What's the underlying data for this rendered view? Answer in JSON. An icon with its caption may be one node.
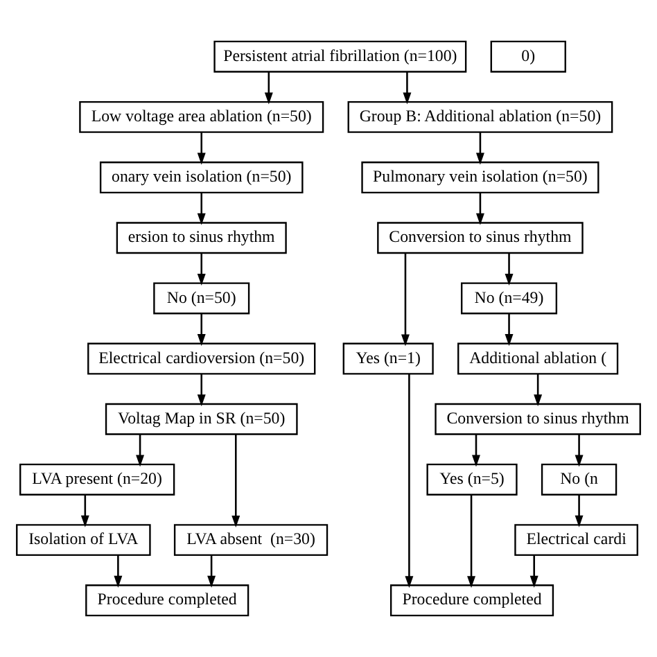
{
  "diagram": {
    "nodes": [
      {
        "text": [
          "Persistent atrial fibrillation (n=100)"
        ]
      },
      {
        "text": [
          "Low voltage area ablation (n=50)"
        ]
      },
      {
        "text": [
          "Group B: Additional ablation (n=50)"
        ]
      },
      {
        "text": [
          "onary vein isolation (n=50)"
        ]
      },
      {
        "text": [
          "Pulmonary vein isolation (n=50)"
        ]
      },
      {
        "text": [
          "ersion to sinus rhythm"
        ]
      },
      {
        "text": [
          "Conversion to sinus rhythm"
        ]
      },
      {
        "text": [
          "0)"
        ]
      },
      {
        "text": [
          "No (n=50)"
        ]
      },
      {
        "text": [
          "Yes (n=1)"
        ]
      },
      {
        "text": [
          "No (n=49)"
        ]
      },
      {
        "text": [
          "Electrical cardioversion (n=50)"
        ]
      },
      {
        "text": [
          "Voltag Map in SR (n=50)"
        ]
      },
      {
        "text": [
          "Additional ablation ("
        ]
      },
      {
        "text": [
          "Conversion to sinus rhythm"
        ]
      },
      {
        "text": [
          "LVA present (n=20)"
        ]
      },
      {
        "text": [
          "LVA absent  (n=30)"
        ]
      },
      {
        "text": [
          "Yes (n=5)"
        ]
      },
      {
        "text": [
          "No (n"
        ]
      },
      {
        "text": [
          "Isolation of LVA"
        ]
      },
      {
        "text": [
          "Electrical cardi"
        ]
      },
      {
        "text": [
          "Procedure completed"
        ]
      },
      {
        "text": [
          "Procedure completed"
        ]
      }
    ],
    "edges": [
      {
        "from": 0,
        "to": 1,
        "arrow": "to"
      },
      {
        "from": 0,
        "to": 2,
        "arrow": "to"
      },
      {
        "from": 1,
        "to": 3,
        "arrow": "to"
      },
      {
        "from": 2,
        "to": 4,
        "arrow": "to"
      },
      {
        "from": 3,
        "to": 5,
        "arrow": "to"
      },
      {
        "from": 4,
        "to": 6,
        "arrow": "to"
      },
      {
        "from": 5,
        "to": 8,
        "arrow": "to"
      },
      {
        "from": 6,
        "to": 9,
        "arrow": "to"
      },
      {
        "from": 6,
        "to": 10,
        "arrow": "to"
      },
      {
        "from": 8,
        "to": 11,
        "arrow": "to"
      },
      {
        "from": 11,
        "to": 12,
        "arrow": "to"
      },
      {
        "from": 12,
        "to": 15,
        "arrow": "to"
      },
      {
        "from": 12,
        "to": 16,
        "arrow": "to"
      },
      {
        "from": 10,
        "to": 13,
        "arrow": "to"
      },
      {
        "from": 13,
        "to": 14,
        "arrow": "to"
      },
      {
        "from": 14,
        "to": 17,
        "arrow": "to"
      },
      {
        "from": 14,
        "to": 18,
        "arrow": "to"
      },
      {
        "from": 15,
        "to": 19,
        "arrow": "to"
      },
      {
        "from": 18,
        "to": 20,
        "arrow": "to"
      },
      {
        "from": 19,
        "to": 21,
        "arrow": "to"
      },
      {
        "from": 16,
        "to": 21,
        "arrow": "to"
      },
      {
        "from": 9,
        "to": 22,
        "arrow": "to"
      },
      {
        "from": 17,
        "to": 22,
        "arrow": "to"
      },
      {
        "from": 20,
        "to": 22,
        "arrow": "to"
      }
    ]
  }
}
